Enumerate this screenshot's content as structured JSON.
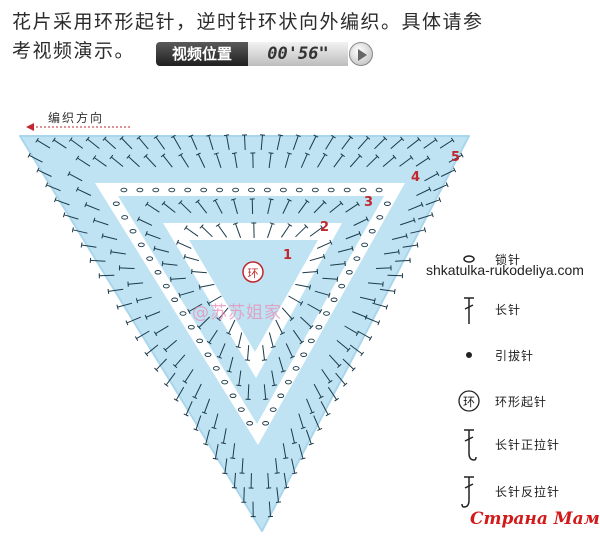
{
  "intro": {
    "line1": "花片采用环形起针，逆时针环状向外编织。具体请参",
    "line2": "考视频演示。"
  },
  "video": {
    "label": "视频位置",
    "time": "00'56\""
  },
  "direction_label": "编织方向",
  "round_labels": [
    "1",
    "2",
    "3",
    "4",
    "5"
  ],
  "center_symbol": "环",
  "watermark": "@苏苏姐家",
  "site_url": "shkatulka-rukodeliya.com",
  "legend": [
    {
      "symbol": "chain-stitch",
      "label": "锁针"
    },
    {
      "symbol": "double-crochet",
      "label": "长针"
    },
    {
      "symbol": "slip-stitch",
      "label": "引拔针"
    },
    {
      "symbol": "magic-ring",
      "glyph": "环",
      "label": "环形起针"
    },
    {
      "symbol": "front-post-double-crochet",
      "label": "长针正拉针"
    },
    {
      "symbol": "back-post-double-crochet",
      "label": "长针反拉针"
    }
  ],
  "stamp": "Страна Мам",
  "colors": {
    "triangle_fill": "#bfe3f3",
    "triangle_band": "#ffffff",
    "stitch": "#1b3a4a",
    "round_label": "#c0282d",
    "watermark": "#e88fb8"
  }
}
